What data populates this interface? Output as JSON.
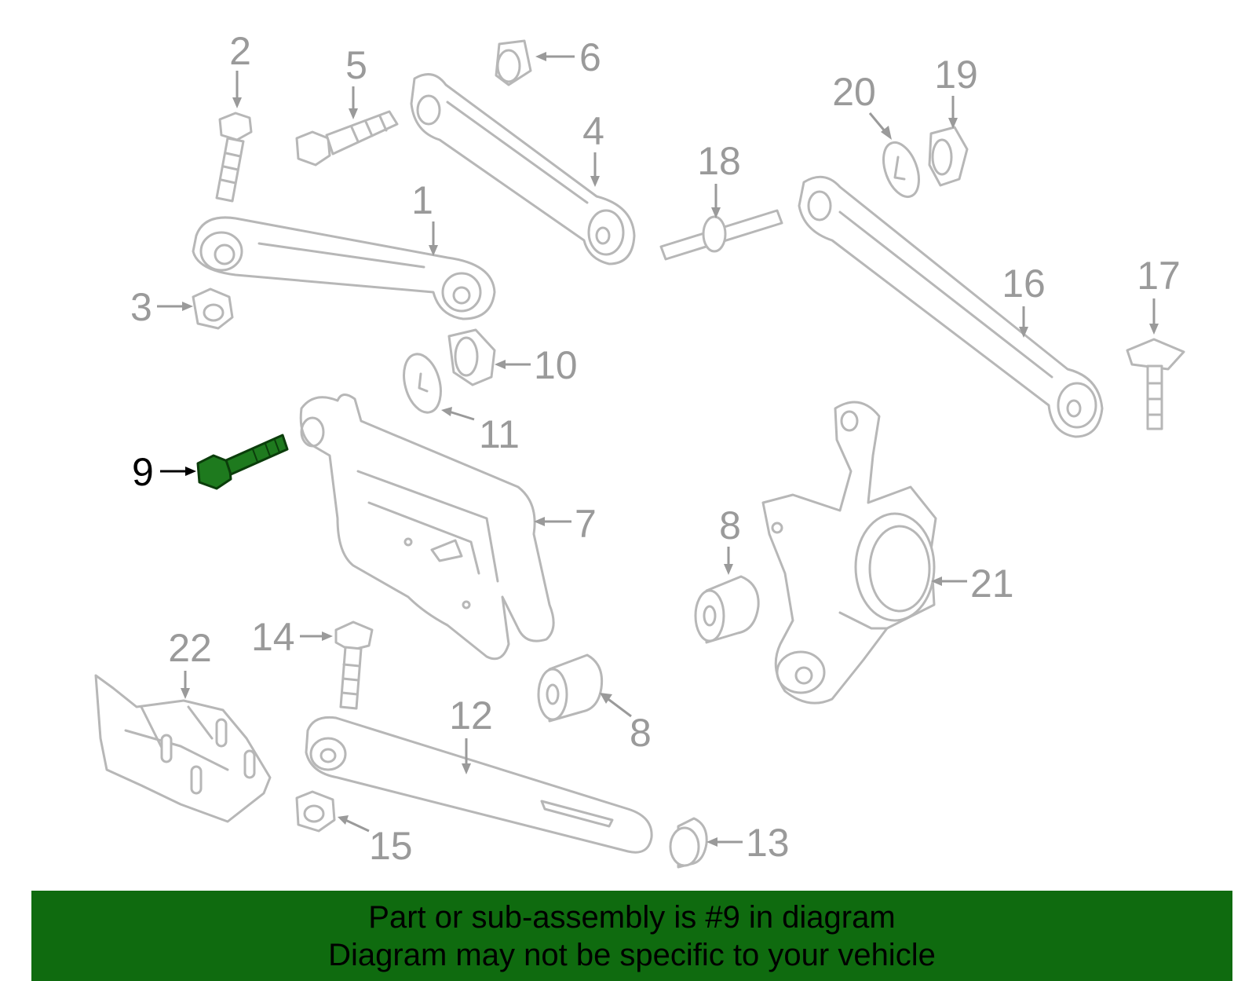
{
  "diagram": {
    "highlight_color": "#1e7a1e",
    "part_color": "#b7b7b7",
    "callouts": [
      "1",
      "2",
      "3",
      "4",
      "5",
      "6",
      "7",
      "8",
      "8",
      "9",
      "10",
      "11",
      "12",
      "13",
      "14",
      "15",
      "16",
      "17",
      "18",
      "19",
      "20",
      "21",
      "22"
    ],
    "highlighted_callout": "9"
  },
  "banner": {
    "background": "#0f6b0f",
    "line1": "Part or sub-assembly is #9 in diagram",
    "line2": "Diagram may not be specific to your vehicle"
  }
}
